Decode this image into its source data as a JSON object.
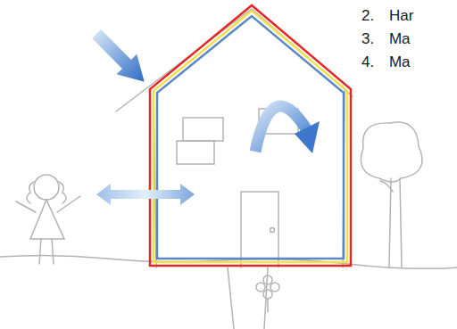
{
  "diagram": {
    "labels": [
      "2. Har",
      "3. Ma",
      "4. Ma"
    ]
  }
}
